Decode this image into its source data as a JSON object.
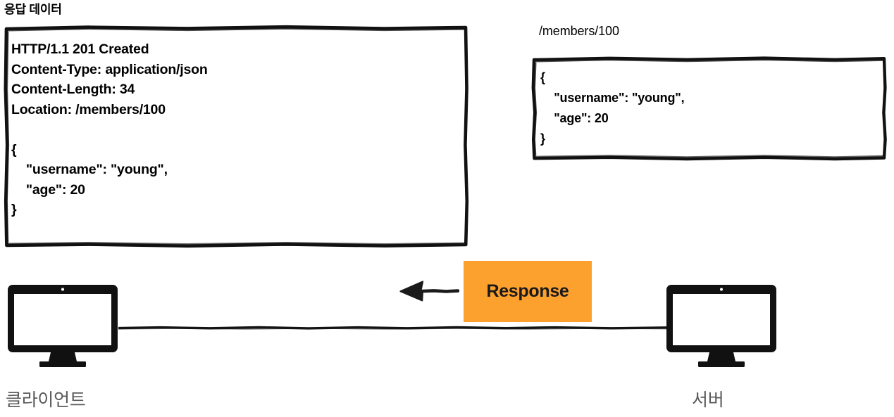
{
  "section": {
    "title": "응답 데이터"
  },
  "response_box": {
    "name": "http-response-message",
    "lines": [
      "HTTP/1.1 201 Created",
      "Content-Type: application/json",
      "Content-Length: 34",
      "Location: /members/100",
      "",
      "{",
      "    \"username\": \"young\",",
      "    \"age\": 20",
      "}"
    ],
    "text": "HTTP/1.1 201 Created\nContent-Type: application/json\nContent-Length: 34\nLocation: /members/100\n\n{\n    \"username\": \"young\",\n    \"age\": 20\n}"
  },
  "resource_box": {
    "path_label": "/members/100",
    "lines": [
      "{",
      "    \"username\": \"young\",",
      "    \"age\": 20",
      "}"
    ],
    "text": "{\n    \"username\": \"young\",\n    \"age\": 20\n}"
  },
  "flow": {
    "tag_label": "Response",
    "tag_color": "#FCA02E",
    "arrow_direction": "left",
    "arrow_icon": "arrow-left-icon"
  },
  "nodes": {
    "client": {
      "label": "클라이언트",
      "icon": "monitor-icon"
    },
    "server": {
      "label": "서버",
      "icon": "monitor-icon"
    }
  },
  "colors": {
    "ink": "#000000",
    "label_gray": "#5a5a5a",
    "accent_orange": "#FCA02E",
    "background": "#ffffff"
  }
}
